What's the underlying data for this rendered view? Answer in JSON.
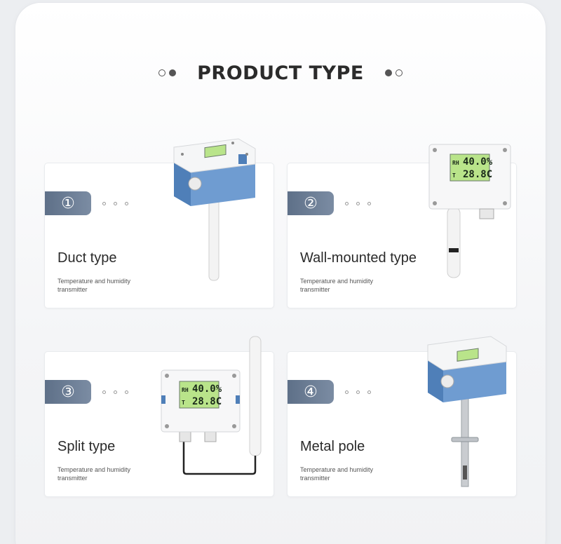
{
  "header": {
    "title": "PRODUCT TYPE"
  },
  "cards": [
    {
      "number": "①",
      "title": "Duct type",
      "subtitle": "Temperature and humidity transmitter"
    },
    {
      "number": "②",
      "title": "Wall-mounted type",
      "subtitle": "Temperature and humidity transmitter"
    },
    {
      "number": "③",
      "title": "Split type",
      "subtitle": "Temperature and humidity transmitter"
    },
    {
      "number": "④",
      "title": "Metal pole",
      "subtitle": "Temperature and humidity transmitter"
    }
  ],
  "displays": {
    "rh_label": "RH",
    "rh_value": "40.0%",
    "t_label": "T",
    "t_value": "28.8C"
  },
  "colors": {
    "badge": "#6b7d95",
    "housing_blue": "#6f9cd1",
    "lcd": "#b9e48a"
  }
}
